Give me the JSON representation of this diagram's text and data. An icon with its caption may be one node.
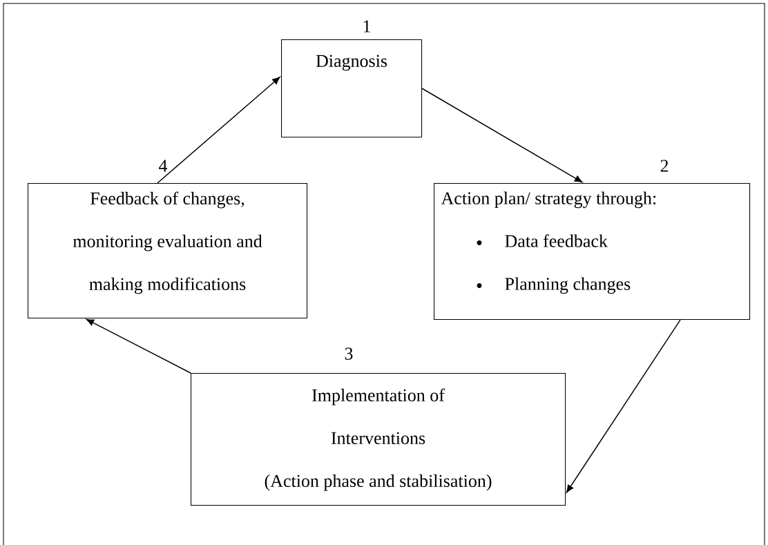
{
  "diagram": {
    "nodes": [
      {
        "text": [
          "Diagnosis"
        ],
        "beside": [
          "1"
        ]
      },
      {
        "text": [
          "Action plan/ strategy through:",
          "Data feedback",
          "Planning changes"
        ],
        "beside": [
          "2"
        ]
      },
      {
        "text": [
          "Implementation of Interventions",
          "(Action phase and stabilisation)"
        ],
        "beside": [
          "3"
        ]
      },
      {
        "text": [
          "Feedback of changes, monitoring evaluation and making modifications"
        ],
        "beside": [
          "4"
        ]
      }
    ],
    "edges": [
      {
        "from": 3,
        "to": 0,
        "arrow": "to"
      },
      {
        "from": 0,
        "to": 1,
        "arrow": "to"
      },
      {
        "from": 1,
        "to": 2,
        "arrow": "to"
      },
      {
        "from": 2,
        "to": 3,
        "arrow": "to"
      }
    ]
  }
}
